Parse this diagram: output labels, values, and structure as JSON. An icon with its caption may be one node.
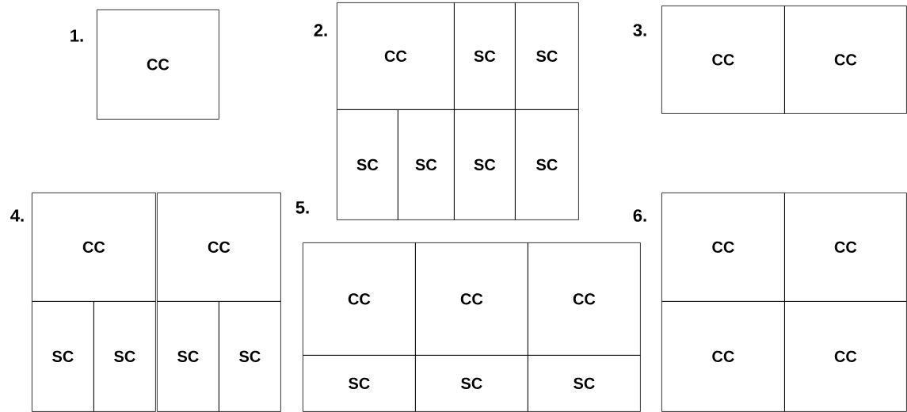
{
  "diagram": {
    "nodes": [
      {
        "text": [
          "CC"
        ]
      },
      {
        "text": [
          "CC"
        ]
      },
      {
        "text": [
          "SC"
        ]
      },
      {
        "text": [
          "SC"
        ]
      },
      {
        "text": [
          "SC"
        ]
      },
      {
        "text": [
          "SC"
        ]
      },
      {
        "text": [
          "SC"
        ]
      },
      {
        "text": [
          "SC"
        ]
      },
      {
        "text": [
          "CC"
        ]
      },
      {
        "text": [
          "CC"
        ]
      },
      {
        "text": [
          "CC"
        ]
      },
      {
        "text": [
          "CC"
        ]
      },
      {
        "text": [
          "SC"
        ]
      },
      {
        "text": [
          "SC"
        ]
      },
      {
        "text": [
          "SC"
        ]
      },
      {
        "text": [
          "SC"
        ]
      },
      {
        "text": [
          "CC"
        ]
      },
      {
        "text": [
          "CC"
        ]
      },
      {
        "text": [
          "CC"
        ]
      },
      {
        "text": [
          "SC"
        ]
      },
      {
        "text": [
          "SC"
        ]
      },
      {
        "text": [
          "SC"
        ]
      },
      {
        "text": [
          "CC"
        ]
      },
      {
        "text": [
          "CC"
        ]
      },
      {
        "text": [
          "CC"
        ]
      },
      {
        "text": [
          "CC"
        ]
      }
    ],
    "labels": [
      "1.",
      "2.",
      "3.",
      "4.",
      "5.",
      "6."
    ]
  }
}
